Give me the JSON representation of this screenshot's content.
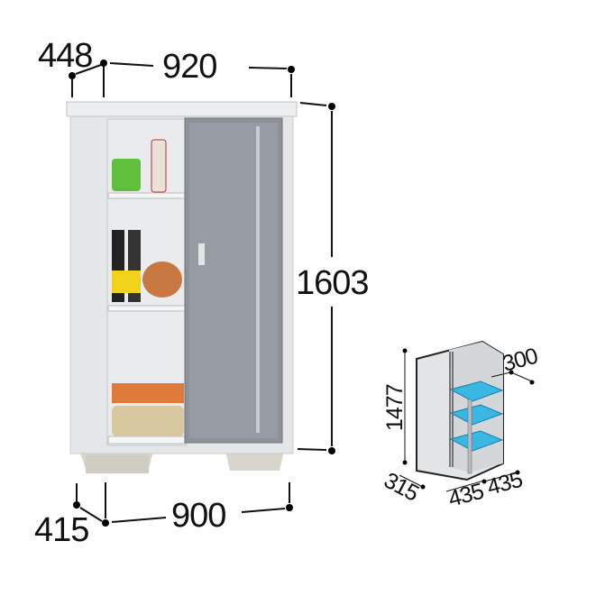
{
  "main_shed": {
    "depth_top": "448",
    "width_top": "920",
    "height": "1603",
    "depth_base": "415",
    "width_base": "900"
  },
  "interior_diagram": {
    "height": "1477",
    "shelf_depth": "300",
    "depth": "315",
    "width_left": "435",
    "width_right": "435"
  },
  "colors": {
    "shed_body": "#e6e8ea",
    "door": "#8e939b",
    "shelf_blue": "#3ab7e3"
  }
}
